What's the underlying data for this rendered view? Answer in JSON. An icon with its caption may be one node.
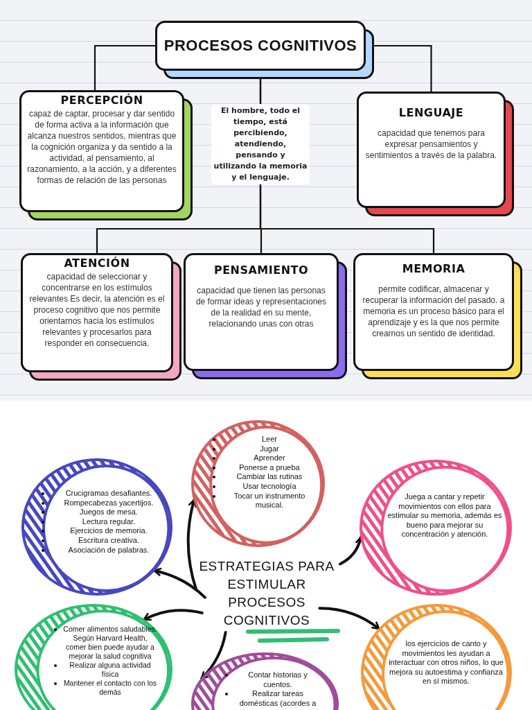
{
  "diagram": {
    "nodes": [
      {
        "text": [
          "PROCESOS COGNITIVOS"
        ]
      },
      {
        "text": [
          "PERCEPCIÓN",
          "capaz de captar, procesar y dar sentido de forma activa a la información que alcanza nuestros sentidos, mientras que la cognición organiza y da sentido a la actividad, al pensamiento, al razonamiento, a la acción, y a diferentes formas de relación de las personas"
        ]
      },
      {
        "text": [
          "LENGUAJE",
          "capacidad que tenemos para expresar pensamientos y sentimientos a través de la palabra."
        ]
      },
      {
        "text": [
          "ATENCIÓN",
          "capacidad de seleccionar y concentrarse en los estímulos relevantes Es decir, la atención es el proceso cognitivo que nos permite orientarnos hacia los estímulos relevantes y procesarlos para responder en consecuencia."
        ]
      },
      {
        "text": [
          "PENSAMIENTO",
          "capacidad que tienen las personas de formar ideas y representaciones de la realidad en su mente, relacionando unas con otras"
        ]
      },
      {
        "text": [
          "MEMORIA",
          "permite codificar, almacenar y recuperar la información del pasado. a memoria es un proceso básico para el aprendizaje y es la que nos permite crearnos un sentido de identidad."
        ]
      },
      {
        "text": [
          "Leer",
          "Jugar",
          "Aprender",
          "Ponerse a prueba",
          "Cambiar las rutinas",
          "Usar tecnología",
          "Tocar un instrumento musical."
        ]
      },
      {
        "text": [
          "Crucigramas desafiantes.",
          "Rompecabezas yacertijos.",
          "Juegos de mesa.",
          "Lectura regular.",
          "Ejercicios de memoria.",
          "Escritura creativa.",
          "Asociación de palabras."
        ]
      },
      {
        "text": [
          "Juega a cantar y repetir movimientos con ellos para estimular su memoria, además es bueno para mejorar su concentración y atención."
        ]
      },
      {
        "text": [
          "ESTRATEGIAS PARA ESTIMULAR PROCESOS COGNITIVOS"
        ]
      },
      {
        "text": [
          "Comer alimentos saludables. Según Harvard Health, comer bien puede ayudar a mejorar la salud cognitiva",
          "Realizar alguna actividad física",
          "Mantener el contacto con los demás"
        ]
      },
      {
        "text": [
          "los ejercicios de canto y movimientos les ayudan a interactuar con otros niños, lo que mejora su autoestima y confianza en sí mismos."
        ]
      },
      {
        "text": [
          "Contar historias y cuentos.",
          "Realizar tareas domésticas (acordes a"
        ]
      }
    ],
    "edges": [
      {
        "from": 0,
        "to": 1,
        "arrow": "none"
      },
      {
        "from": 0,
        "to": 2,
        "arrow": "none"
      },
      {
        "from": 0,
        "to": 3,
        "arrow": "none"
      },
      {
        "from": 0,
        "to": 4,
        "arrow": "none"
      },
      {
        "from": 0,
        "to": 5,
        "arrow": "none"
      },
      {
        "from": 9,
        "to": 6,
        "arrow": "to"
      },
      {
        "from": 9,
        "to": 7,
        "arrow": "to"
      },
      {
        "from": 9,
        "to": 8,
        "arrow": "to"
      },
      {
        "from": 9,
        "to": 10,
        "arrow": "to"
      },
      {
        "from": 9,
        "to": 12,
        "arrow": "to"
      },
      {
        "from": 9,
        "to": 11,
        "arrow": "to"
      }
    ],
    "labels": [
      "El hombre, todo el tiempo, está percibiendo, atendiendo, pensando y utilizando la memoria y el lenguaje."
    ]
  }
}
